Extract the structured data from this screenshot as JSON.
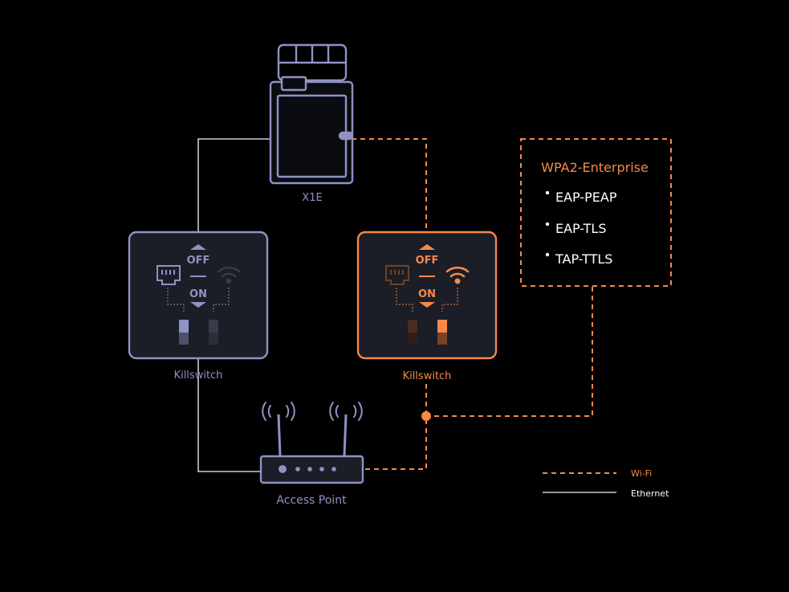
{
  "colors": {
    "background": "#000000",
    "device_stroke": "#8e93c4",
    "device_fill": "#1b1d27",
    "wifi_orange": "#f5894a",
    "ethernet": "#c8cad8",
    "text_white": "#ffffff"
  },
  "devices": {
    "x1e": {
      "label": "X1E",
      "icon": "device-icon"
    },
    "killswitch_left": {
      "label": "Killswitch",
      "off_label": "OFF",
      "on_label": "ON",
      "mode": "ethernet"
    },
    "killswitch_right": {
      "label": "Killswitch",
      "off_label": "OFF",
      "on_label": "ON",
      "mode": "wifi"
    },
    "access_point": {
      "label": "Access Point",
      "icon": "router-icon"
    }
  },
  "security": {
    "title": "WPA2-Enterprise",
    "methods": [
      "EAP-PEAP",
      "EAP-TLS",
      "TAP-TTLS"
    ]
  },
  "legend": {
    "wifi": "Wi-Fi",
    "ethernet": "Ethernet"
  }
}
